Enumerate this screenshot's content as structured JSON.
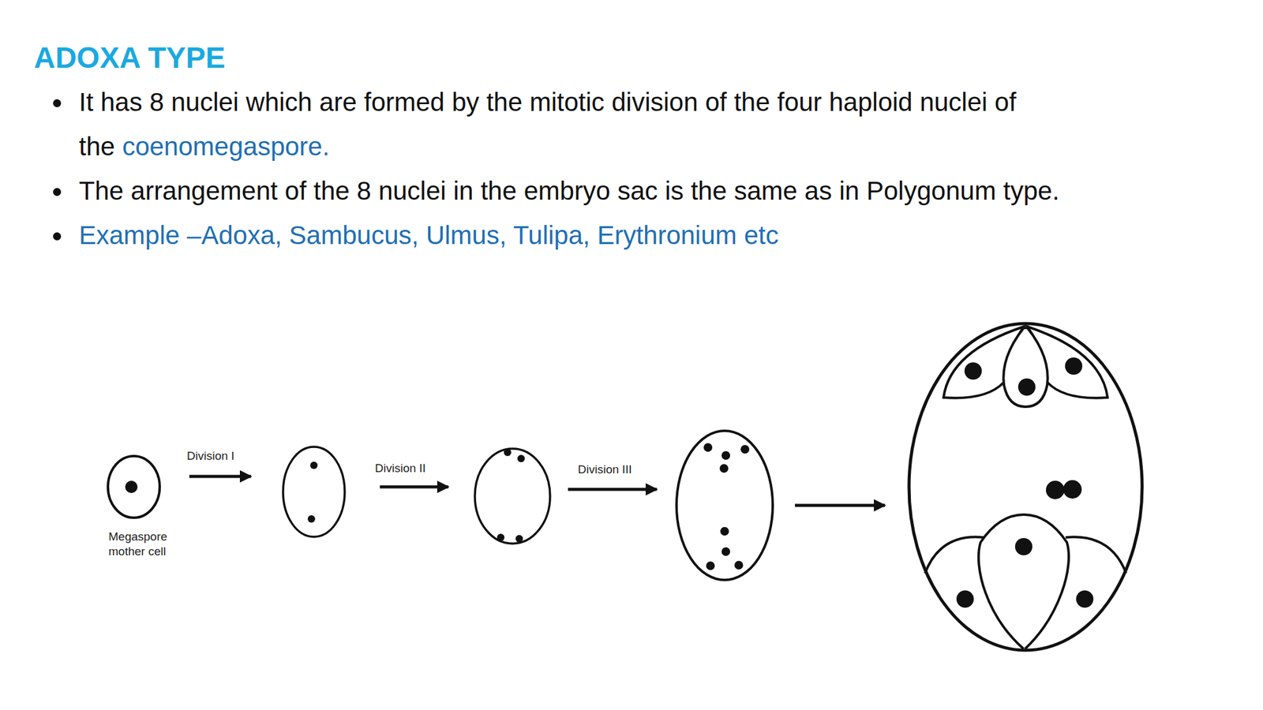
{
  "diagram": {
    "title": "ADOXA TYPE",
    "labels": [
      "It has 8 nuclei which are formed by the mitotic division of the four haploid nuclei of the",
      "coenomegaspore.",
      "The arrangement of the 8 nuclei in the embryo sac is the same as in Polygonum type.",
      "Example –Adoxa, Sambucus, Ulmus, Tulipa, Erythronium etc",
      "Division I",
      "Division II",
      "Division III",
      "Megaspore mother cell"
    ]
  }
}
